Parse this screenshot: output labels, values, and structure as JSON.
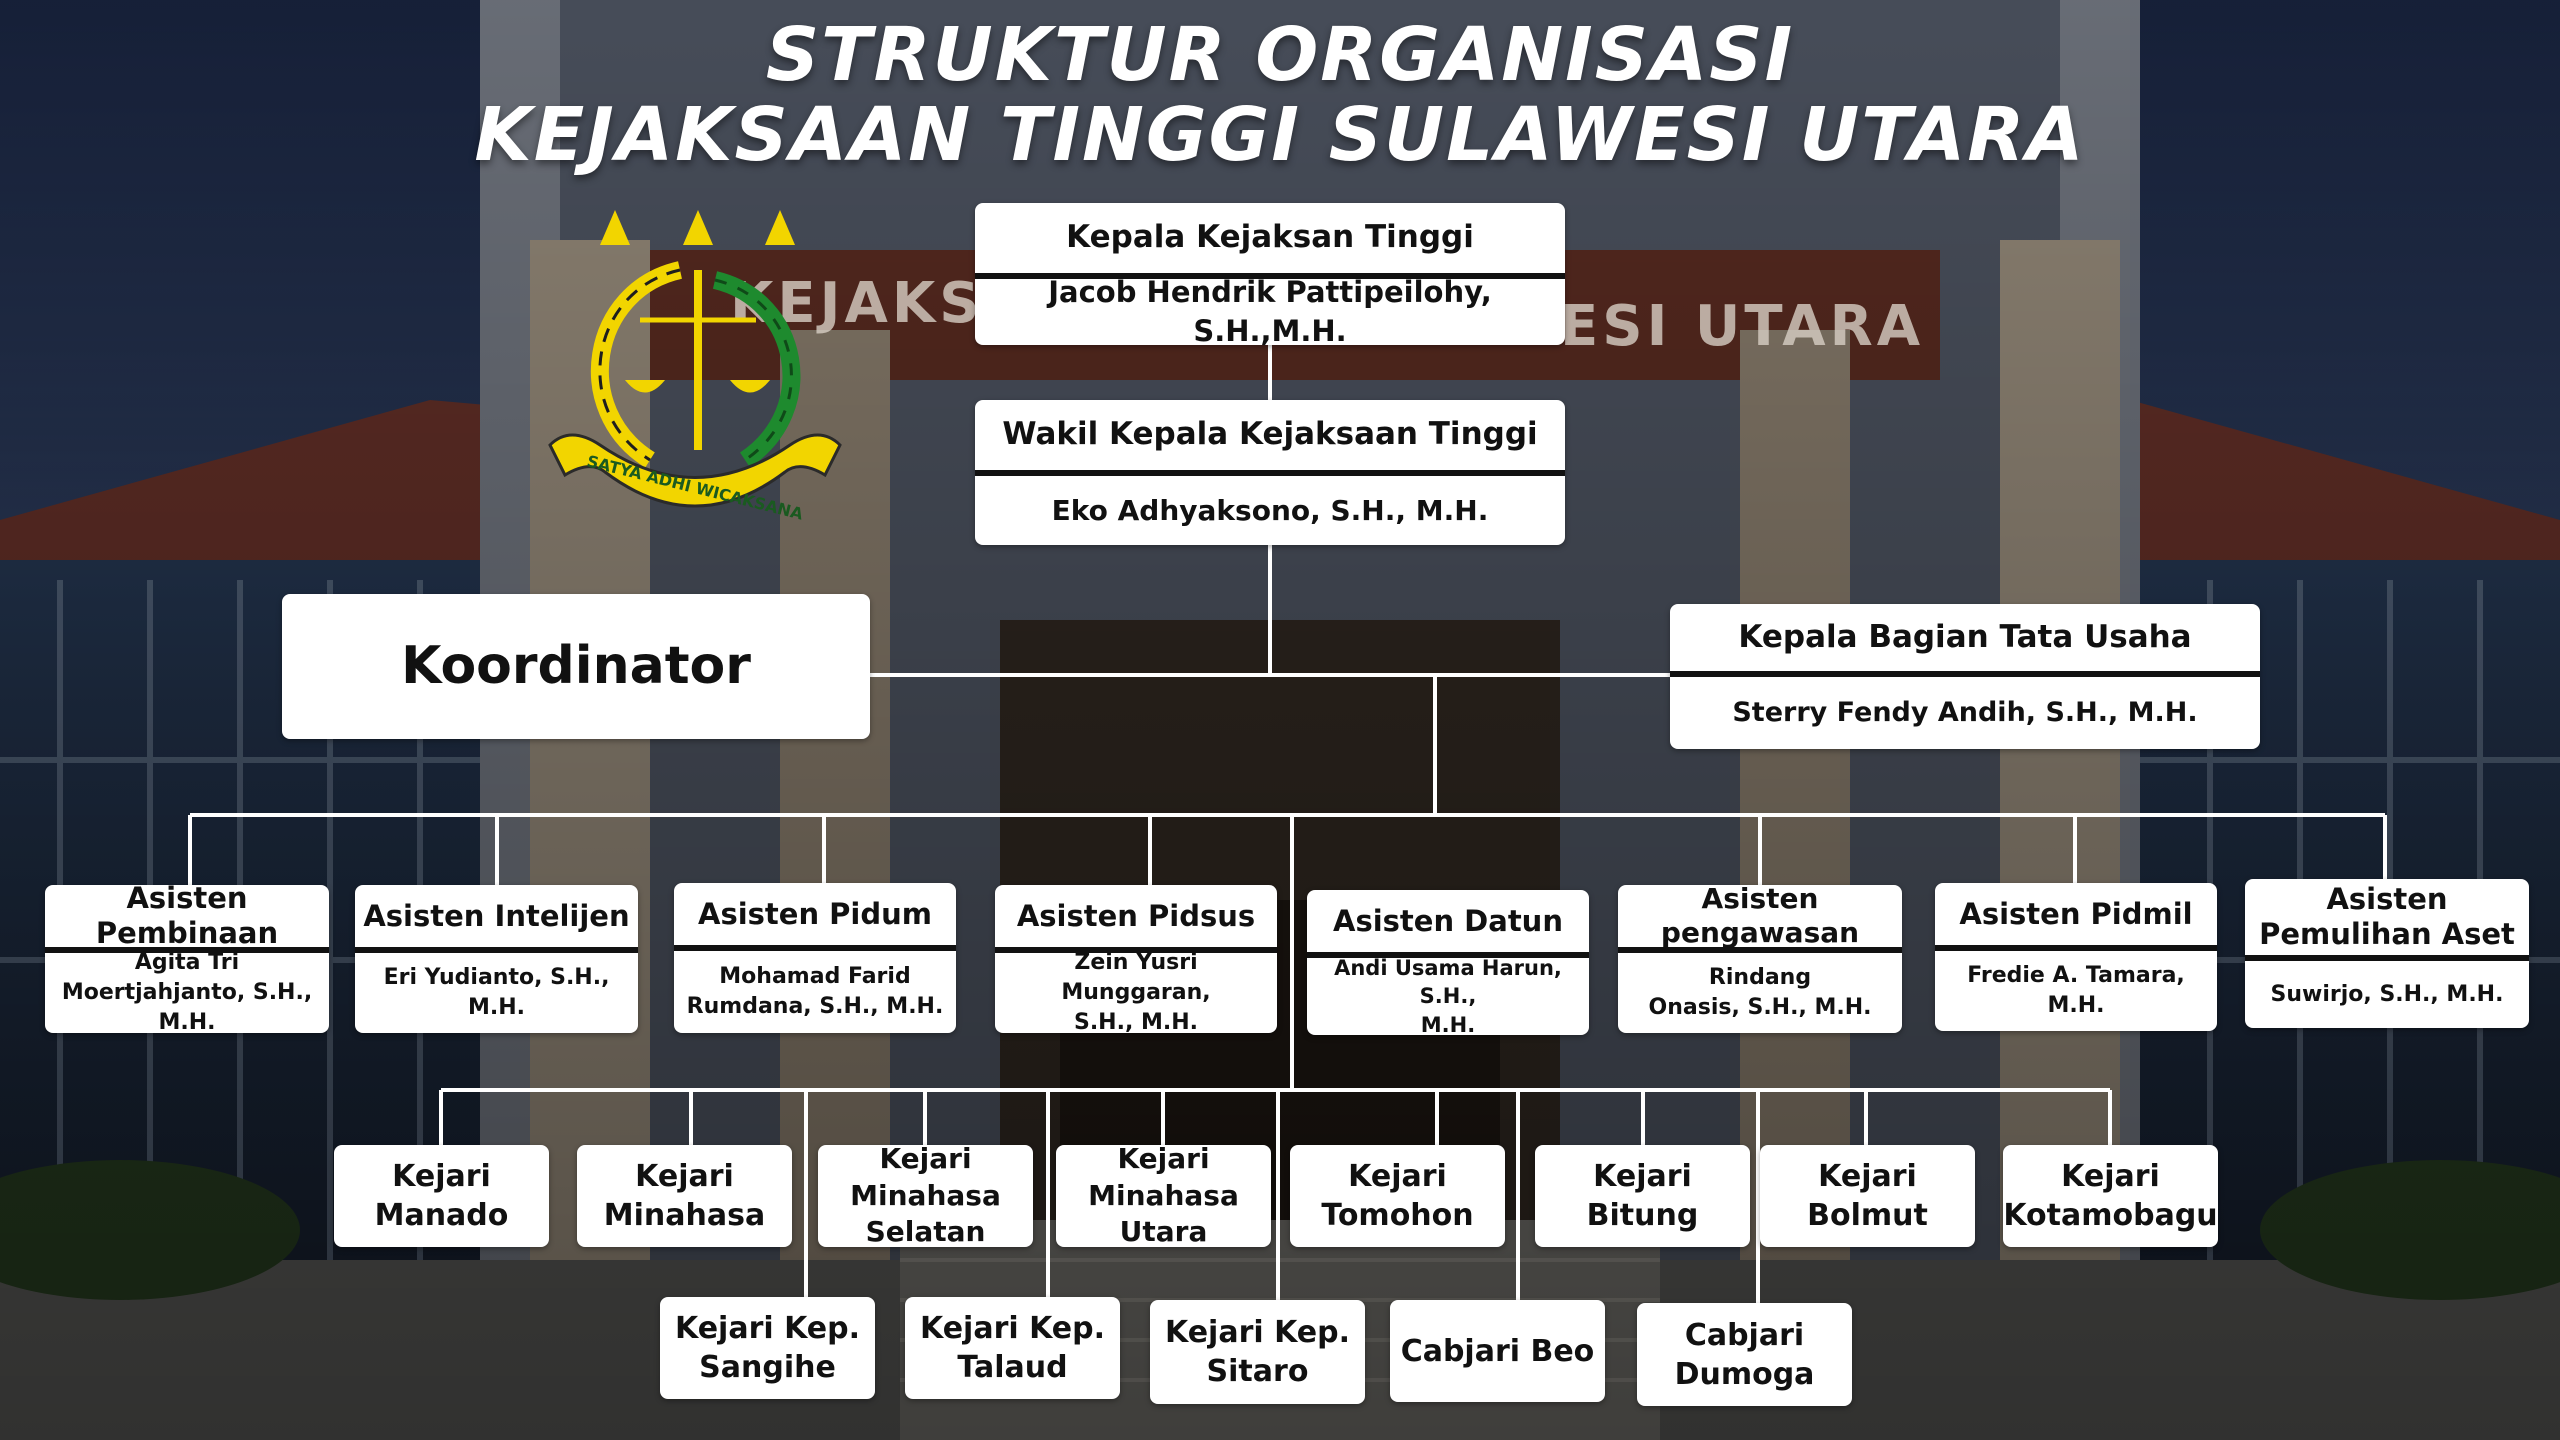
{
  "title": {
    "line1": "STRUKTUR ORGANISASI",
    "line2": "KEJAKSAAN TINGGI SULAWESI UTARA"
  },
  "building": {
    "sign_left": "KEJAKSA",
    "sign_right": "ESI UTARA"
  },
  "emblem": {
    "motto": "SATYA ADHI WICAKSANA"
  },
  "colors": {
    "box_bg": "#ffffff",
    "text": "#111111",
    "lines": "#ffffff",
    "emblem_gold": "#f2d500",
    "emblem_green": "#1e8a2e"
  },
  "leadership": {
    "kepala": {
      "title": "Kepala Kejaksan Tinggi",
      "name": "Jacob Hendrik Pattipeilohy, S.H.,M.H."
    },
    "wakil": {
      "title": "Wakil Kepala Kejaksaan Tinggi",
      "name": "Eko Adhyaksono, S.H., M.H."
    },
    "koordinator": "Koordinator",
    "tata_usaha": {
      "title": "Kepala Bagian Tata Usaha",
      "name": "Sterry Fendy Andih, S.H., M.H."
    }
  },
  "asisten": [
    {
      "title": "Asisten Pembinaan",
      "name": "Agita Tri\nMoertjahjanto, S.H., M.H."
    },
    {
      "title": "Asisten Intelijen",
      "name": "Eri Yudianto, S.H., M.H."
    },
    {
      "title": "Asisten Pidum",
      "name": "Mohamad Farid\nRumdana, S.H., M.H."
    },
    {
      "title": "Asisten Pidsus",
      "name": "Zein Yusri Munggaran,\nS.H., M.H."
    },
    {
      "title": "Asisten Datun",
      "name": "Andi Usama Harun, S.H.,\nM.H."
    },
    {
      "title": "Asisten pengawasan",
      "name": "Rindang\nOnasis, S.H., M.H."
    },
    {
      "title": "Asisten Pidmil",
      "name": "Fredie A. Tamara, M.H."
    },
    {
      "title": "Asisten\nPemulihan Aset",
      "name": "Suwirjo, S.H., M.H."
    }
  ],
  "kejari_top": [
    "Kejari\nManado",
    "Kejari\nMinahasa",
    "Kejari Minahasa\nSelatan",
    "Kejari Minahasa\nUtara",
    "Kejari\nTomohon",
    "Kejari\nBitung",
    "Kejari\nBolmut",
    "Kejari\nKotamobagu"
  ],
  "kejari_bottom": [
    "Kejari Kep.\nSangihe",
    "Kejari Kep.\nTalaud",
    "Kejari Kep.\nSitaro",
    "Cabjari Beo",
    "Cabjari\nDumoga"
  ]
}
